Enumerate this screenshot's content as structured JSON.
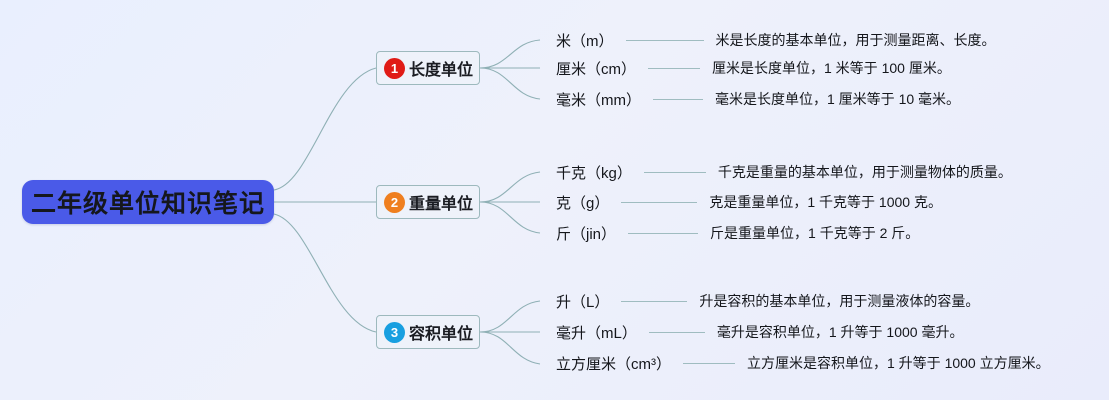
{
  "theme": {
    "background_start": "#e9effe",
    "background_end": "#e9ecfb",
    "root_fill": "#4a5ae8",
    "root_text": "#15171d",
    "branch_fill": "#eef2fa",
    "branch_border": "#9db9bd",
    "edge_color": "#8fb0b5",
    "text_color": "#14161b"
  },
  "root": {
    "label": "二年级单位知识笔记"
  },
  "branches": [
    {
      "number": "1",
      "label": "长度单位",
      "badge_color": "#e01b16",
      "leaves": [
        {
          "label": "米（m）",
          "desc": "米是长度的基本单位，用于测量距离、长度。"
        },
        {
          "label": "厘米（cm）",
          "desc": "厘米是长度单位，1 米等于 100 厘米。"
        },
        {
          "label": "毫米（mm）",
          "desc": "毫米是长度单位，1 厘米等于 10 毫米。"
        }
      ]
    },
    {
      "number": "2",
      "label": "重量单位",
      "badge_color": "#ef7f1f",
      "leaves": [
        {
          "label": "千克（kg）",
          "desc": "千克是重量的基本单位，用于测量物体的质量。"
        },
        {
          "label": "克（g）",
          "desc": "克是重量单位，1 千克等于 1000 克。"
        },
        {
          "label": "斤（jin）",
          "desc": "斤是重量单位，1 千克等于 2 斤。"
        }
      ]
    },
    {
      "number": "3",
      "label": "容积单位",
      "badge_color": "#189fe0",
      "leaves": [
        {
          "label": "升（L）",
          "desc": "升是容积的基本单位，用于测量液体的容量。"
        },
        {
          "label": "毫升（mL）",
          "desc": "毫升是容积单位，1 升等于 1000 毫升。"
        },
        {
          "label": "立方厘米（cm³）",
          "desc": "立方厘米是容积单位，1 升等于 1000 立方厘米。"
        }
      ]
    }
  ]
}
